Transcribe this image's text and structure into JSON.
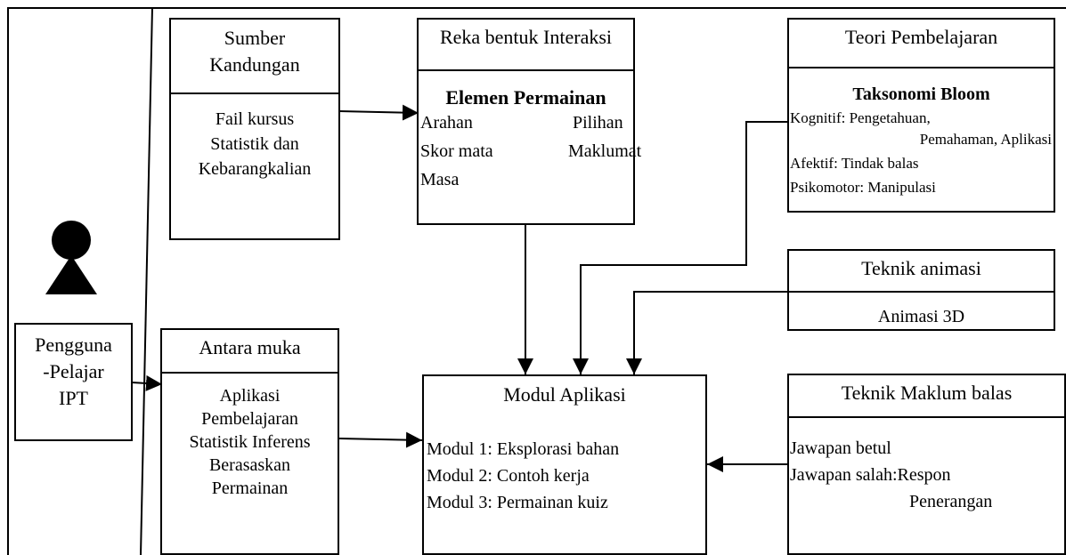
{
  "actor": {
    "lines": [
      "Pengguna",
      "-Pelajar",
      "IPT"
    ]
  },
  "sumber": {
    "title_lines": [
      "Sumber",
      "Kandungan"
    ],
    "body_lines": [
      "Fail kursus",
      "Statistik dan",
      "Kebarangkalian"
    ]
  },
  "reka": {
    "title": "Reka bentuk Interaksi",
    "subtitle": "Elemen Permainan",
    "items": [
      "Arahan",
      "Pilihan",
      "Skor mata",
      "Maklumat",
      "Masa"
    ]
  },
  "teori": {
    "title": "Teori Pembelajaran",
    "subtitle": "Taksonomi Bloom",
    "lines": [
      "Kognitif:    Pengetahuan,",
      "Pemahaman, Aplikasi",
      "Afektif: Tindak balas",
      "Psikomotor: Manipulasi"
    ]
  },
  "animasi": {
    "title": "Teknik animasi",
    "body": "Animasi 3D"
  },
  "antara": {
    "title": "Antara muka",
    "body_lines": [
      "Aplikasi",
      "Pembelajaran",
      "Statistik Inferens",
      "Berasaskan",
      "Permainan"
    ]
  },
  "modul": {
    "title": "Modul Aplikasi",
    "lines": [
      "Modul 1: Eksplorasi bahan",
      "Modul 2:  Contoh kerja",
      "Modul 3:  Permainan kuiz"
    ]
  },
  "maklum": {
    "title": "Teknik Maklum balas",
    "lines": [
      "Jawapan betul",
      "Jawapan salah:Respon",
      "Penerangan"
    ]
  }
}
